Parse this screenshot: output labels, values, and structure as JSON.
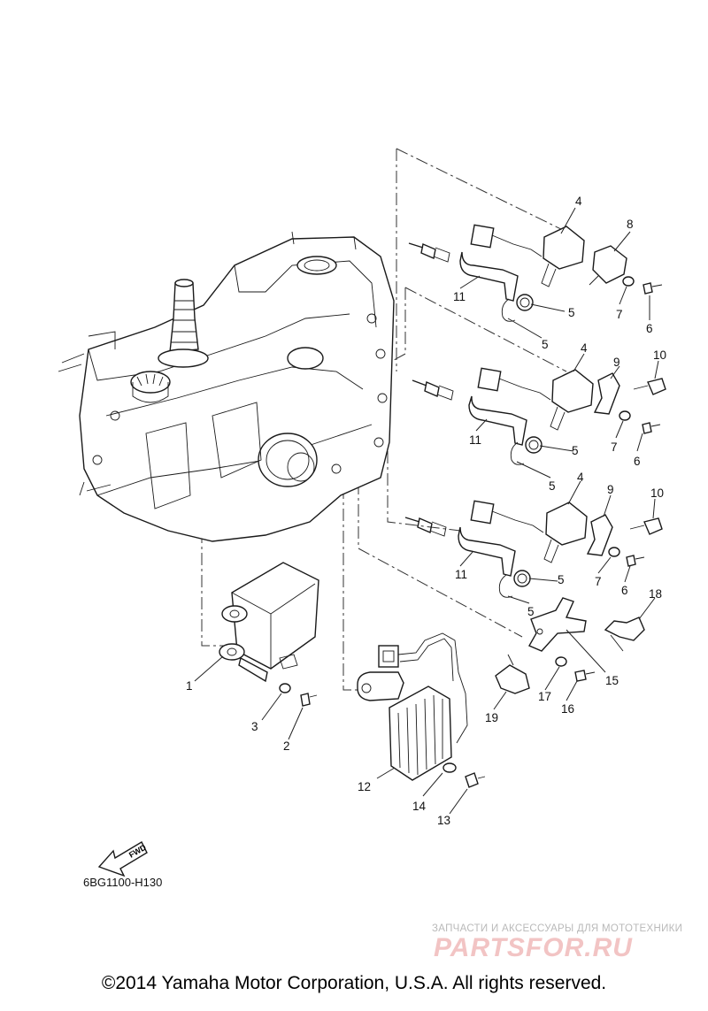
{
  "diagram": {
    "copyright": "©2014 Yamaha Motor Corporation, U.S.A. All rights reserved.",
    "part_code": "6BG1100-H130",
    "fwd_label": "FWD",
    "watermark_text": "ЗАПЧАСТИ И АКСЕССУАРЫ ДЛЯ МОТОТЕХНИКИ",
    "watermark_logo": "PARTSFOR.RU"
  },
  "callouts": [
    {
      "id": "c1",
      "label": "1"
    },
    {
      "id": "c2",
      "label": "2"
    },
    {
      "id": "c3",
      "label": "3"
    },
    {
      "id": "c4a",
      "label": "4"
    },
    {
      "id": "c4b",
      "label": "4"
    },
    {
      "id": "c4c",
      "label": "4"
    },
    {
      "id": "c5a",
      "label": "5"
    },
    {
      "id": "c5b",
      "label": "5"
    },
    {
      "id": "c5c",
      "label": "5"
    },
    {
      "id": "c5d",
      "label": "5"
    },
    {
      "id": "c5e",
      "label": "5"
    },
    {
      "id": "c5f",
      "label": "5"
    },
    {
      "id": "c6a",
      "label": "6"
    },
    {
      "id": "c6b",
      "label": "6"
    },
    {
      "id": "c6c",
      "label": "6"
    },
    {
      "id": "c7a",
      "label": "7"
    },
    {
      "id": "c7b",
      "label": "7"
    },
    {
      "id": "c7c",
      "label": "7"
    },
    {
      "id": "c8",
      "label": "8"
    },
    {
      "id": "c9a",
      "label": "9"
    },
    {
      "id": "c9b",
      "label": "9"
    },
    {
      "id": "c10a",
      "label": "10"
    },
    {
      "id": "c10b",
      "label": "10"
    },
    {
      "id": "c11a",
      "label": "11"
    },
    {
      "id": "c11b",
      "label": "11"
    },
    {
      "id": "c11c",
      "label": "11"
    },
    {
      "id": "c12",
      "label": "12"
    },
    {
      "id": "c13",
      "label": "13"
    },
    {
      "id": "c14",
      "label": "14"
    },
    {
      "id": "c15",
      "label": "15"
    },
    {
      "id": "c16",
      "label": "16"
    },
    {
      "id": "c17",
      "label": "17"
    },
    {
      "id": "c18",
      "label": "18"
    },
    {
      "id": "c19",
      "label": "19"
    }
  ]
}
